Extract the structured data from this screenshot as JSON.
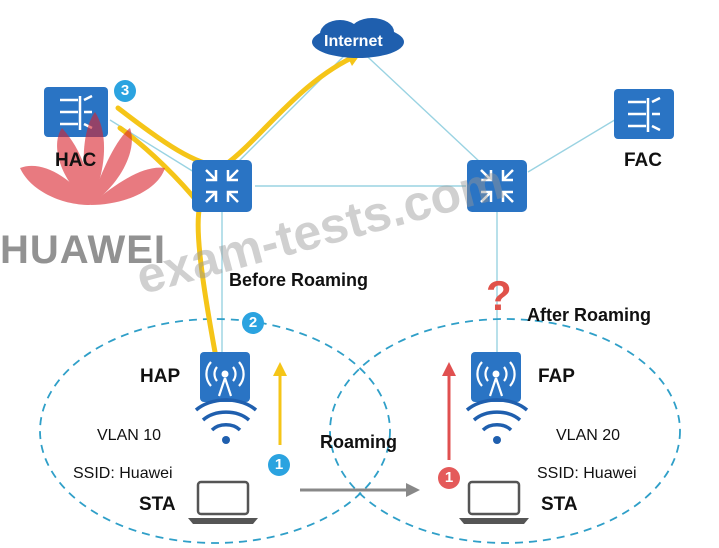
{
  "labels": {
    "internet": "Internet",
    "hac": "HAC",
    "fac": "FAC",
    "hap": "HAP",
    "fap": "FAP",
    "before_roaming": "Before Roaming",
    "after_roaming": "After Roaming",
    "roaming": "Roaming",
    "vlan_left": "VLAN 10",
    "vlan_right": "VLAN 20",
    "ssid_left": "SSID: Huawei",
    "ssid_right": "SSID: Huawei",
    "sta_left": "STA",
    "sta_right": "STA",
    "question_mark": "?"
  },
  "badges": {
    "hac_step": "3",
    "hap_step": "2",
    "sta_left_step": "1",
    "sta_right_step": "1"
  },
  "watermarks": {
    "brand": "HUAWEI",
    "site": "exam-tests.com"
  },
  "colors": {
    "device_blue": "#1d5fa8",
    "link_line": "#8fd0e0",
    "traffic_path": "#f5c518",
    "roaming_arrow": "#e05050",
    "badge_blue": "#2ba3e0",
    "badge_red": "#e45a5a",
    "question_red": "#e0524a",
    "huawei_red": "#d9232d"
  }
}
